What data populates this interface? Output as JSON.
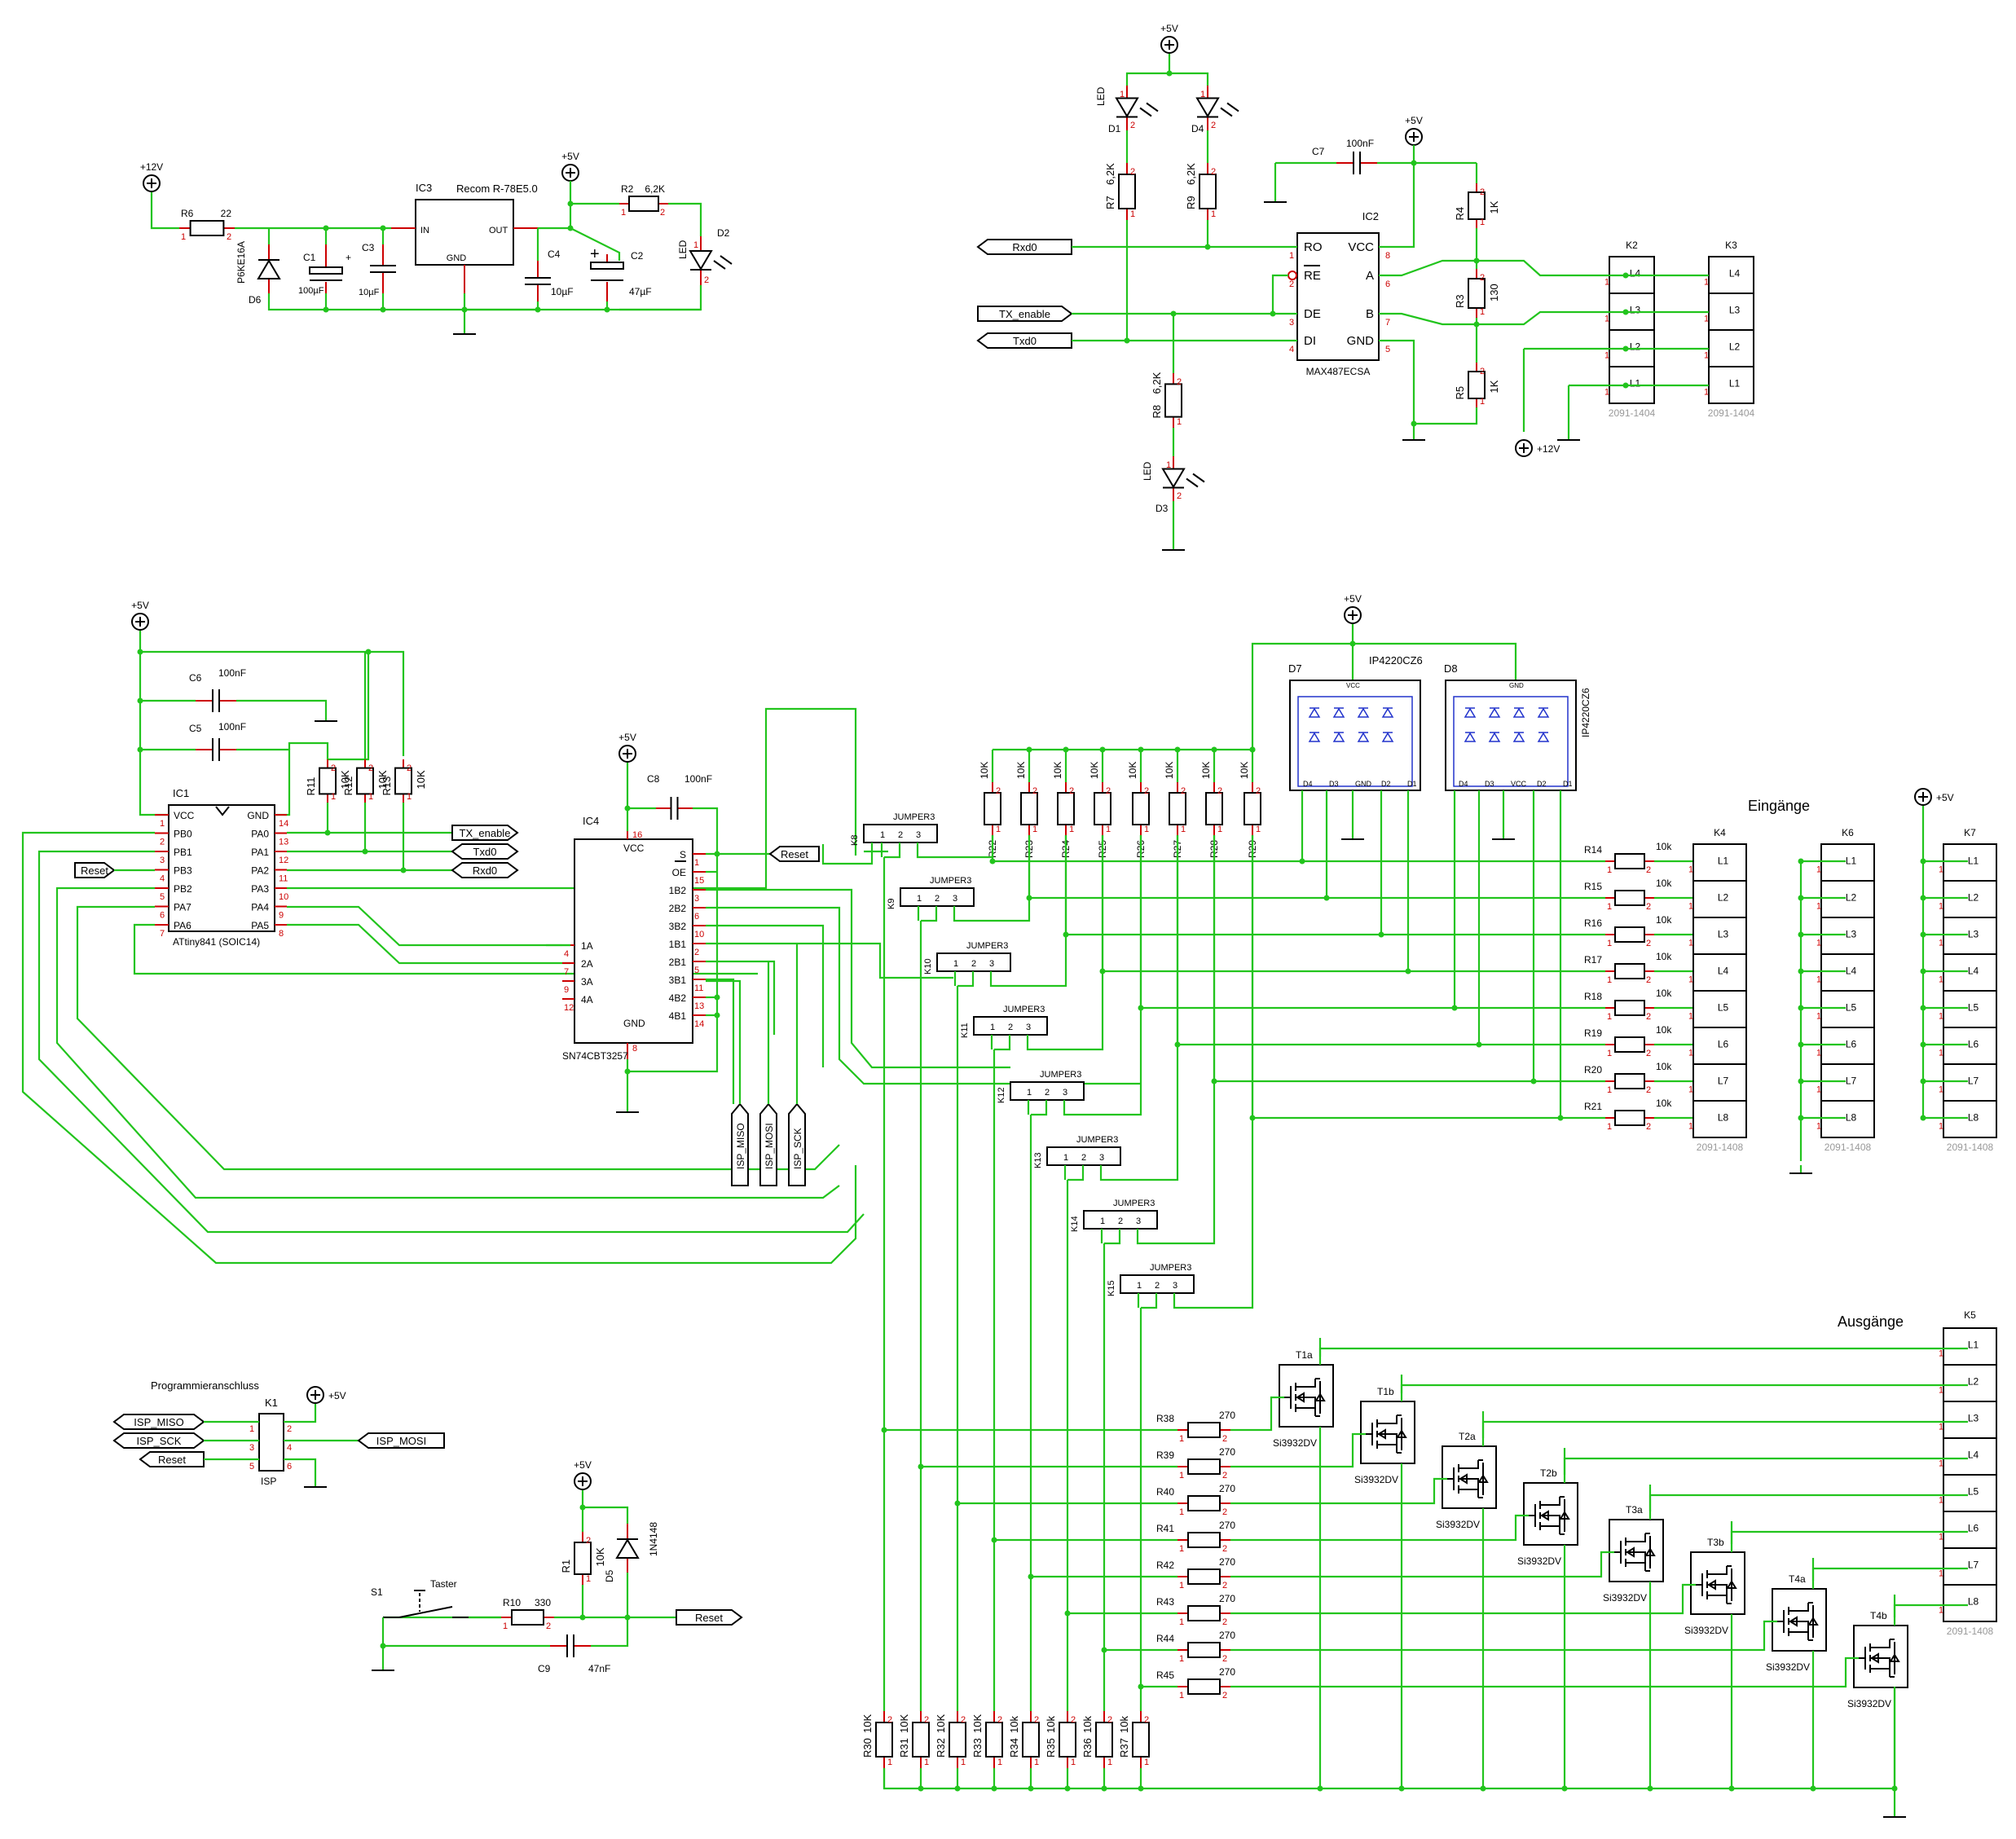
{
  "supplies": {
    "p12": "+12V",
    "p5": "+5V"
  },
  "power": {
    "r6": {
      "name": "R6",
      "value": "22"
    },
    "d6": {
      "name": "D6",
      "type": "P6KE16A"
    },
    "c1": {
      "name": "C1",
      "value": "100µF",
      "pol": "+"
    },
    "c3": {
      "name": "C3",
      "value": "10µF"
    },
    "ic3": {
      "name": "IC3",
      "type": "Recom R-78E5.0",
      "in": "IN",
      "out": "OUT",
      "gnd": "GND"
    },
    "c4": {
      "name": "C4",
      "value": "10µF"
    },
    "c2": {
      "name": "C2",
      "value": "47µF",
      "pol": "+"
    },
    "r2": {
      "name": "R2",
      "value": "6,2K"
    },
    "d2": {
      "name": "D2",
      "type": "LED"
    }
  },
  "rs485": {
    "d1": {
      "name": "D1",
      "type": "LED"
    },
    "d4": {
      "name": "D4",
      "type": "LED"
    },
    "d3": {
      "name": "D3",
      "type": "LED"
    },
    "r7": {
      "name": "R7",
      "value": "6,2K"
    },
    "r9": {
      "name": "R9",
      "value": "6,2K"
    },
    "r8": {
      "name": "R8",
      "value": "6,2K"
    },
    "c7": {
      "name": "C7",
      "value": "100nF"
    },
    "ic2": {
      "name": "IC2",
      "type": "MAX487ECSA",
      "pins": [
        "RO",
        "RE",
        "DE",
        "DI",
        "VCC",
        "A",
        "B",
        "GND"
      ]
    },
    "r4": {
      "name": "R4",
      "value": "1K"
    },
    "r3": {
      "name": "R3",
      "value": "130"
    },
    "r5": {
      "name": "R5",
      "value": "1K"
    },
    "k2": {
      "name": "K2",
      "part": "2091-1404",
      "pins": [
        "L4",
        "L3",
        "L2",
        "L1"
      ]
    },
    "k3": {
      "name": "K3",
      "part": "2091-1404",
      "pins": [
        "L4",
        "L3",
        "L2",
        "L1"
      ]
    },
    "labels": {
      "rxd0": "Rxd0",
      "tx_enable": "TX_enable",
      "txd0": "Txd0"
    }
  },
  "mcu": {
    "ic1": {
      "name": "IC1",
      "type": "ATtiny841 (SOIC14)",
      "left": [
        {
          "p": "1",
          "n": "VCC"
        },
        {
          "p": "2",
          "n": "PB0"
        },
        {
          "p": "3",
          "n": "PB1"
        },
        {
          "p": "4",
          "n": "PB3"
        },
        {
          "p": "5",
          "n": "PB2"
        },
        {
          "p": "6",
          "n": "PA7"
        },
        {
          "p": "7",
          "n": "PA6"
        }
      ],
      "right": [
        {
          "p": "14",
          "n": "GND"
        },
        {
          "p": "13",
          "n": "PA0"
        },
        {
          "p": "12",
          "n": "PA1"
        },
        {
          "p": "11",
          "n": "PA2"
        },
        {
          "p": "10",
          "n": "PA3"
        },
        {
          "p": "9",
          "n": "PA4"
        },
        {
          "p": "8",
          "n": "PA5"
        }
      ]
    },
    "c6": {
      "name": "C6",
      "value": "100nF"
    },
    "c5": {
      "name": "C5",
      "value": "100nF"
    },
    "r11": {
      "name": "R11",
      "value": "10K"
    },
    "r12": {
      "name": "R12",
      "value": "10K"
    },
    "r13": {
      "name": "R13",
      "value": "10K"
    },
    "flags": {
      "tx_enable": "TX_enable",
      "txd0": "Txd0",
      "rxd0": "Rxd0",
      "reset": "Reset"
    }
  },
  "mux": {
    "ic4": {
      "name": "IC4",
      "type": "SN74CBT3257",
      "vcc": "VCC",
      "gnd": "GND",
      "left": [
        {
          "p": "4",
          "n": "1A"
        },
        {
          "p": "7",
          "n": "2A"
        },
        {
          "p": "9",
          "n": "3A"
        },
        {
          "p": "12",
          "n": "4A"
        }
      ],
      "right": [
        {
          "p": "1",
          "n": "S"
        },
        {
          "p": "15",
          "n": "OE"
        },
        {
          "p": "3",
          "n": "1B2"
        },
        {
          "p": "6",
          "n": "2B2"
        },
        {
          "p": "10",
          "n": "3B2"
        },
        {
          "p": "2",
          "n": "1B1"
        },
        {
          "p": "5",
          "n": "2B1"
        },
        {
          "p": "11",
          "n": "3B1"
        },
        {
          "p": "13",
          "n": "4B2"
        },
        {
          "p": "14",
          "n": "4B1"
        }
      ],
      "pin_vcc": "16",
      "pin_gnd": "8"
    },
    "c8": {
      "name": "C8",
      "value": "100nF"
    },
    "reset": "Reset",
    "isp_labels": [
      "ISP_MOSI",
      "ISP_MISO",
      "ISP_SCK"
    ]
  },
  "jumpers": [
    {
      "name": "K8",
      "type": "JUMPER3"
    },
    {
      "name": "K9",
      "type": "JUMPER3"
    },
    {
      "name": "K10",
      "type": "JUMPER3"
    },
    {
      "name": "K11",
      "type": "JUMPER3"
    },
    {
      "name": "K12",
      "type": "JUMPER3"
    },
    {
      "name": "K13",
      "type": "JUMPER3"
    },
    {
      "name": "K14",
      "type": "JUMPER3"
    },
    {
      "name": "K15",
      "type": "JUMPER3"
    }
  ],
  "pullups": [
    {
      "name": "R22",
      "value": "10K"
    },
    {
      "name": "R23",
      "value": "10K"
    },
    {
      "name": "R24",
      "value": "10K"
    },
    {
      "name": "R25",
      "value": "10K"
    },
    {
      "name": "R26",
      "value": "10K"
    },
    {
      "name": "R27",
      "value": "10K"
    },
    {
      "name": "R28",
      "value": "10K"
    },
    {
      "name": "R29",
      "value": "10K"
    }
  ],
  "tvs": {
    "d7": {
      "name": "D7",
      "type": "IP4220CZ6"
    },
    "d8": {
      "name": "D8",
      "type": "IP4220CZ6"
    },
    "pins": [
      "D4",
      "D3",
      "GND",
      "D2",
      "D1"
    ],
    "pins_d8": [
      "D4",
      "D3",
      "VCC",
      "D2",
      "D1"
    ],
    "vcc": "VCC",
    "gnd": "GND"
  },
  "inputs": {
    "title": "Eingänge",
    "resistors": [
      {
        "name": "R14",
        "value": "10k"
      },
      {
        "name": "R15",
        "value": "10k"
      },
      {
        "name": "R16",
        "value": "10k"
      },
      {
        "name": "R17",
        "value": "10k"
      },
      {
        "name": "R18",
        "value": "10k"
      },
      {
        "name": "R19",
        "value": "10k"
      },
      {
        "name": "R20",
        "value": "10k"
      },
      {
        "name": "R21",
        "value": "10k"
      }
    ],
    "k4": {
      "name": "K4",
      "part": "2091-1408"
    },
    "k6": {
      "name": "K6",
      "part": "2091-1408"
    },
    "k7": {
      "name": "K7",
      "part": "2091-1408"
    },
    "pins": [
      "L1",
      "L2",
      "L3",
      "L4",
      "L5",
      "L6",
      "L7",
      "L8"
    ]
  },
  "outputs": {
    "title": "Ausgänge",
    "k5": {
      "name": "K5",
      "part": "2091-1408"
    },
    "gate_res": [
      {
        "name": "R38",
        "value": "270"
      },
      {
        "name": "R39",
        "value": "270"
      },
      {
        "name": "R40",
        "value": "270"
      },
      {
        "name": "R41",
        "value": "270"
      },
      {
        "name": "R42",
        "value": "270"
      },
      {
        "name": "R43",
        "value": "270"
      },
      {
        "name": "R44",
        "value": "270"
      },
      {
        "name": "R45",
        "value": "270"
      }
    ],
    "pulldowns": [
      {
        "name": "R30",
        "value": "10K"
      },
      {
        "name": "R31",
        "value": "10K"
      },
      {
        "name": "R32",
        "value": "10K"
      },
      {
        "name": "R33",
        "value": "10K"
      },
      {
        "name": "R34",
        "value": "10k"
      },
      {
        "name": "R35",
        "value": "10k"
      },
      {
        "name": "R36",
        "value": "10k"
      },
      {
        "name": "R37",
        "value": "10k"
      }
    ],
    "fets": [
      {
        "name": "T1a",
        "type": "Si3932DV"
      },
      {
        "name": "T1b",
        "type": "Si3932DV"
      },
      {
        "name": "T2a",
        "type": "Si3932DV"
      },
      {
        "name": "T2b",
        "type": "Si3932DV"
      },
      {
        "name": "T3a",
        "type": "Si3932DV"
      },
      {
        "name": "T3b",
        "type": "Si3932DV"
      },
      {
        "name": "T4a",
        "type": "Si3932DV"
      },
      {
        "name": "T4b",
        "type": "Si3932DV"
      }
    ]
  },
  "isp": {
    "title": "Programmieranschluss",
    "k1": {
      "name": "K1",
      "type": "ISP"
    },
    "left": [
      "ISP_MISO",
      "ISP_SCK",
      "Reset"
    ],
    "right": "ISP_MOSI"
  },
  "reset_ckt": {
    "s1": {
      "name": "S1",
      "type": "Taster"
    },
    "r10": {
      "name": "R10",
      "value": "330"
    },
    "r1": {
      "name": "R1",
      "value": "10K"
    },
    "d5": {
      "name": "D5",
      "type": "1N4148"
    },
    "c9": {
      "name": "C9",
      "value": "47nF"
    },
    "label": "Reset"
  }
}
